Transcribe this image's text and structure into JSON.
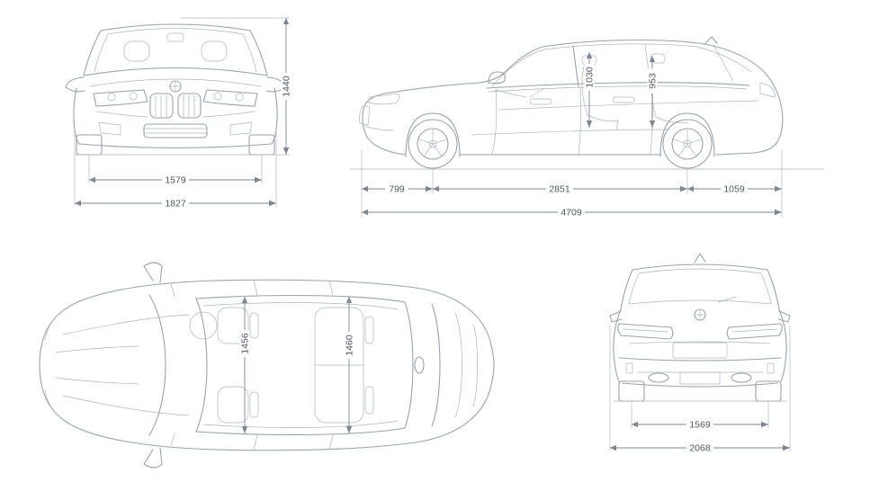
{
  "diagram": {
    "colors": {
      "line": "#9aa2ac",
      "dimension": "#7d8793",
      "label": "#4f5862",
      "background": "#ffffff"
    },
    "front_view": {
      "height": "1440",
      "track_front": "1579",
      "overall_width": "1827"
    },
    "side_view": {
      "front_overhang": "799",
      "wheelbase": "2851",
      "rear_overhang": "1059",
      "overall_length": "4709",
      "headroom_front": "1030",
      "headroom_rear": "953"
    },
    "top_view": {
      "cabin_width_front": "1456",
      "cabin_width_rear": "1460"
    },
    "rear_view": {
      "track_rear": "1569",
      "overall_width_incl_mirrors": "2068"
    }
  }
}
